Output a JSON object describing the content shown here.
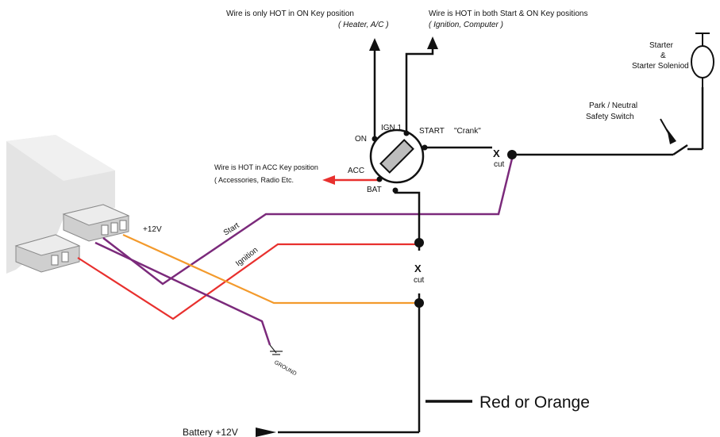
{
  "labels": {
    "on_only": "Wire is only HOT in ON Key position",
    "on_only_sub": "( Heater, A/C )",
    "start_on": "Wire is HOT in both Start & ON Key positions",
    "start_on_sub": "( Ignition, Computer )",
    "starter_1": "Starter",
    "starter_2": "&",
    "starter_3": "Starter Soleniod",
    "park_1": "Park / Neutral",
    "park_2": "Safety Switch",
    "acc_1": "Wire is HOT in ACC Key position",
    "acc_2": "( Accessories, Radio Etc.",
    "on": "ON",
    "ign1": "IGN 1",
    "start": "START",
    "crank": "\"Crank\"",
    "acc": "ACC",
    "bat": "BAT",
    "x": "X",
    "cut": "cut",
    "plus12": "+12V",
    "start_wire": "Start",
    "ignition_wire": "Ignition",
    "ground": "GROUND",
    "red_orange": "Red or Orange",
    "battery": "Battery +12V"
  },
  "colors": {
    "black": "#111111",
    "purple": "#7b2a7b",
    "red": "#e8302e",
    "orange": "#f39a2c",
    "module": "#dcdcdc"
  }
}
